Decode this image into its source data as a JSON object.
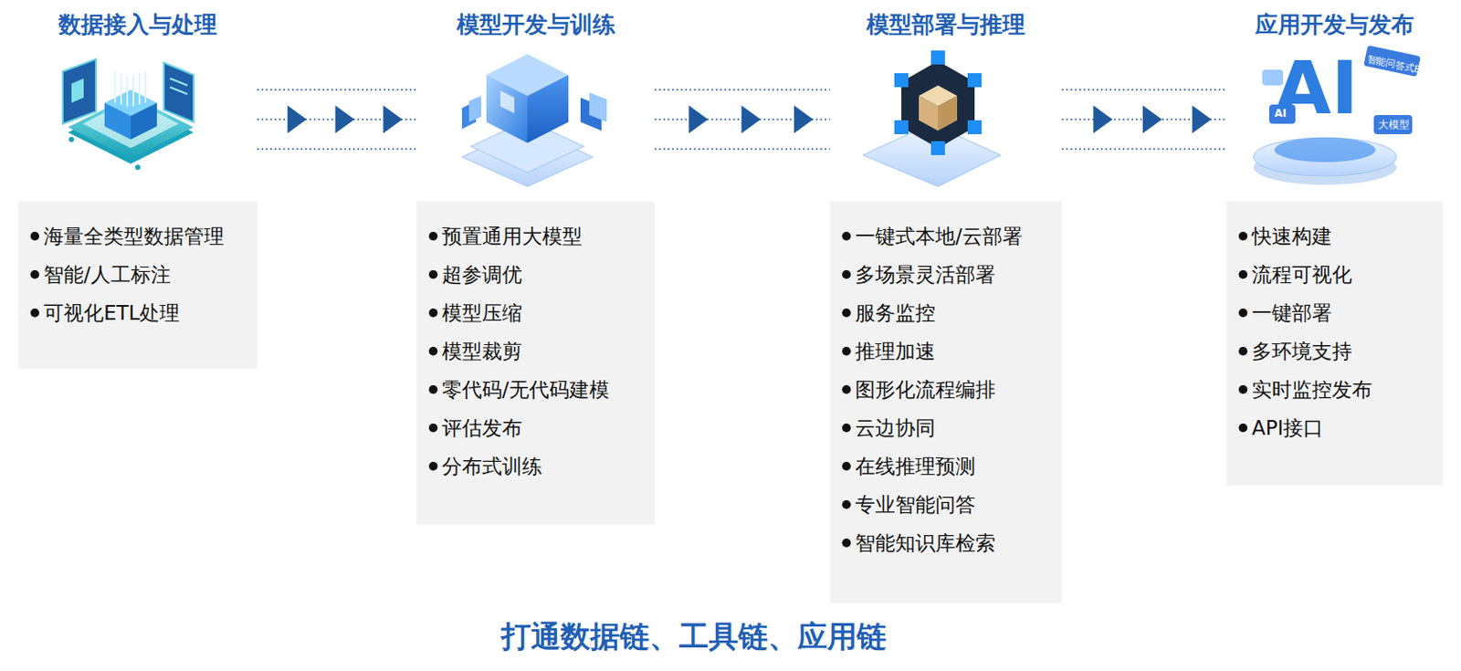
{
  "diagram": {
    "caption": "打通数据链、工具链、应用链",
    "nodes": [
      {
        "text": [
          "数据接入与处理",
          "海量全类型数据管理",
          "智能/人工标注",
          "可视化ETL处理"
        ]
      },
      {
        "text": [
          "模型开发与训练",
          "预置通用大模型",
          "超参调优",
          "模型压缩",
          "模型裁剪",
          "零代码/无代码建模",
          "评估发布",
          "分布式训练"
        ]
      },
      {
        "text": [
          "模型部署与推理",
          "一键式本地/云部署",
          "多场景灵活部署",
          "服务监控",
          "推理加速",
          "图形化流程编排",
          "云边协同",
          "在线推理预测",
          "专业智能问答",
          "智能知识库检索"
        ]
      },
      {
        "text": [
          "应用开发与发布",
          "快速构建",
          "流程可视化",
          "一键部署",
          "多环境支持",
          "实时监控发布",
          "API接口"
        ]
      }
    ],
    "edges": [
      {
        "from": 0,
        "to": 1,
        "arrow": "to"
      },
      {
        "from": 1,
        "to": 2,
        "arrow": "to"
      },
      {
        "from": 2,
        "to": 3,
        "arrow": "to"
      }
    ],
    "labels": [
      "AI",
      "智能问答式BI",
      "大模型",
      "AI"
    ]
  }
}
